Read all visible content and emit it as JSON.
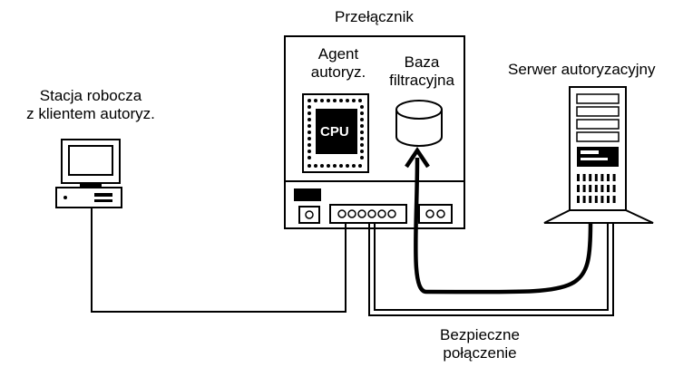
{
  "switch": {
    "title": "Przełącznik",
    "agent_line1": "Agent",
    "agent_line2": "autoryz.",
    "db_line1": "Baza",
    "db_line2": "filtracyjna",
    "cpu_label": "CPU"
  },
  "workstation": {
    "line1": "Stacja robocza",
    "line2": "z klientem autoryz."
  },
  "server": {
    "label": "Serwer autoryzacyjny"
  },
  "connection": {
    "line1": "Bezpieczne",
    "line2": "połączenie"
  }
}
